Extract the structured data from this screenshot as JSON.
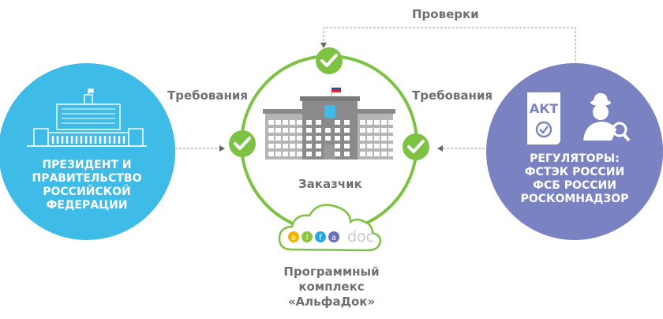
{
  "labels": {
    "checks": "Проверки",
    "requirements_left": "Требования",
    "requirements_right": "Требования",
    "customer": "Заказчик"
  },
  "left_node": {
    "lines": [
      "ПРЕЗИДЕНТ И",
      "ПРАВИТЕЛЬСТВО",
      "РОССИЙСКОЙ",
      "ФЕДЕРАЦИИ"
    ],
    "icon": "government-building-icon",
    "color": "#3fbbe8"
  },
  "right_node": {
    "lines": [
      "РЕГУЛЯТОРЫ:",
      "ФСТЭК РОССИИ",
      "ФСБ РОССИИ",
      "РОСКОМНАДЗОР"
    ],
    "act_label": "АКТ",
    "icons": [
      "act-document-icon",
      "inspector-icon"
    ],
    "color": "#7a82c2"
  },
  "center": {
    "ring_color": "#7dc242",
    "building_color": "#8a8a8a"
  },
  "product": {
    "logo_letters": [
      "a",
      "l",
      "f",
      "a"
    ],
    "logo_colors": [
      "#f4b400",
      "#8cc63f",
      "#2aa6de",
      "#6a6fb5"
    ],
    "logo_suffix": "doc",
    "lines": [
      "Программный",
      "комплекс",
      "«АльфаДок»"
    ]
  }
}
